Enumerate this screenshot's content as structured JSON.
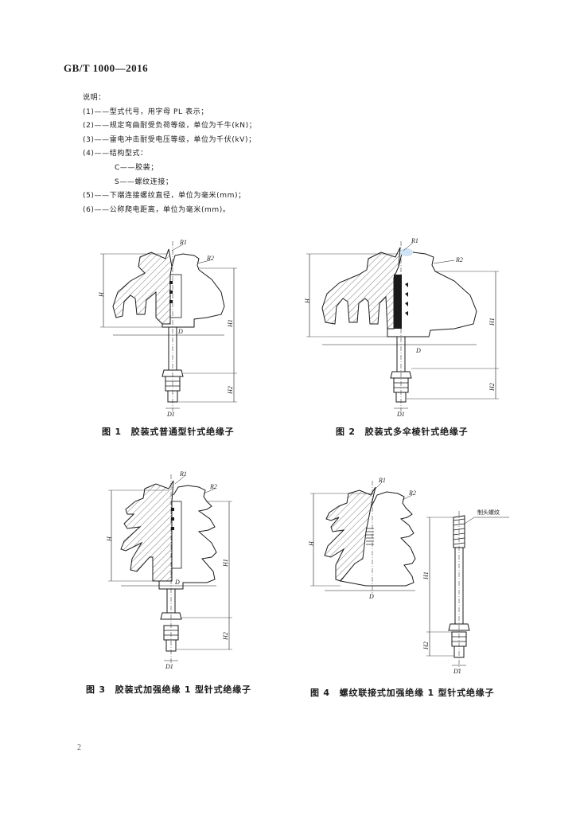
{
  "header": {
    "std_code": "GB/T 1000—2016"
  },
  "notes": {
    "title": "说明：",
    "items": [
      "(1)——型式代号，用字母 PL 表示；",
      "(2)——规定弯曲耐受负荷等级，单位为千牛(kN)；",
      "(3)——雷电冲击耐受电压等级，单位为千伏(kV)；",
      "(4)——结构型式："
    ],
    "sub_items": [
      "C——胶装；",
      "S——螺纹连接；"
    ],
    "items2": [
      "(5)——下端连接螺纹直径，单位为毫米(mm)；",
      "(6)——公称爬电距离，单位为毫米(mm)。"
    ]
  },
  "figures": [
    {
      "caption": "图 1　胶装式普通型针式绝缘子",
      "labels": {
        "r1": "R1",
        "r2": "R2",
        "h": "H",
        "h1": "H1",
        "h2": "H2",
        "d": "D",
        "d1": "D1"
      }
    },
    {
      "caption": "图 2　胶装式多伞棱针式绝缘子",
      "labels": {
        "r1": "R1",
        "r2": "R2",
        "h": "H",
        "h1": "H1",
        "h2": "H2",
        "d": "D",
        "d1": "D1"
      }
    },
    {
      "caption": "图 3　胶装式加强绝缘 1 型针式绝缘子",
      "labels": {
        "r1": "R1",
        "r2": "R2",
        "h": "H",
        "h1": "H1",
        "h2": "H2",
        "d": "D",
        "d1": "D1"
      }
    },
    {
      "caption": "图 4　螺纹联接式加强绝缘 1 型针式绝缘子",
      "labels": {
        "r1": "R1",
        "r2": "R2",
        "h": "H",
        "h1": "H1",
        "h2": "H2",
        "d": "D",
        "d1": "D1",
        "thread_note": "制头螺纹"
      }
    }
  ],
  "footer": {
    "page_number": "2"
  },
  "colors": {
    "line": "#1a1a1a",
    "hatch": "#444444"
  }
}
